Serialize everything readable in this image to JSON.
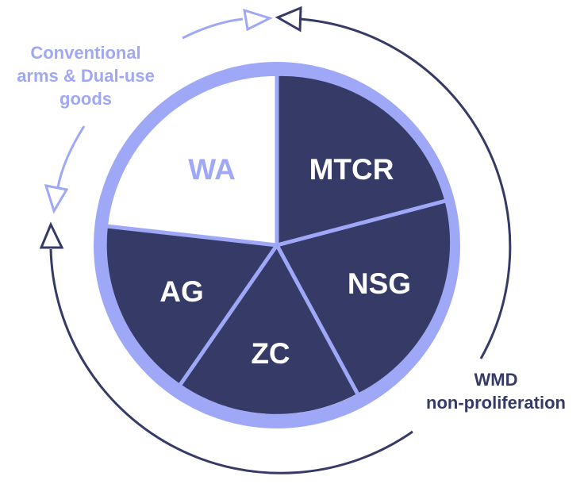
{
  "diagram": {
    "segments": [
      {
        "id": "wa",
        "label": "WA",
        "fill": "#ffffff",
        "text_color": "#9ea8f7",
        "group": "conventional"
      },
      {
        "id": "mtcr",
        "label": "MTCR",
        "fill": "#353a66",
        "text_color": "#ffffff",
        "group": "wmd"
      },
      {
        "id": "nsg",
        "label": "NSG",
        "fill": "#353a66",
        "text_color": "#ffffff",
        "group": "wmd"
      },
      {
        "id": "zc",
        "label": "ZC",
        "fill": "#353a66",
        "text_color": "#ffffff",
        "group": "wmd"
      },
      {
        "id": "ag",
        "label": "AG",
        "fill": "#353a66",
        "text_color": "#ffffff",
        "group": "wmd"
      }
    ],
    "captions": {
      "conventional": {
        "lines": [
          "Conventional",
          "arms & Dual-use",
          "goods"
        ],
        "color": "#9ea8f7"
      },
      "wmd": {
        "lines": [
          "WMD",
          "non-proliferation"
        ],
        "color": "#353a66"
      }
    },
    "colors": {
      "ring": "#9ea8f7",
      "divider": "#9ea8f7",
      "dark": "#353a66",
      "light": "#9ea8f7"
    }
  }
}
